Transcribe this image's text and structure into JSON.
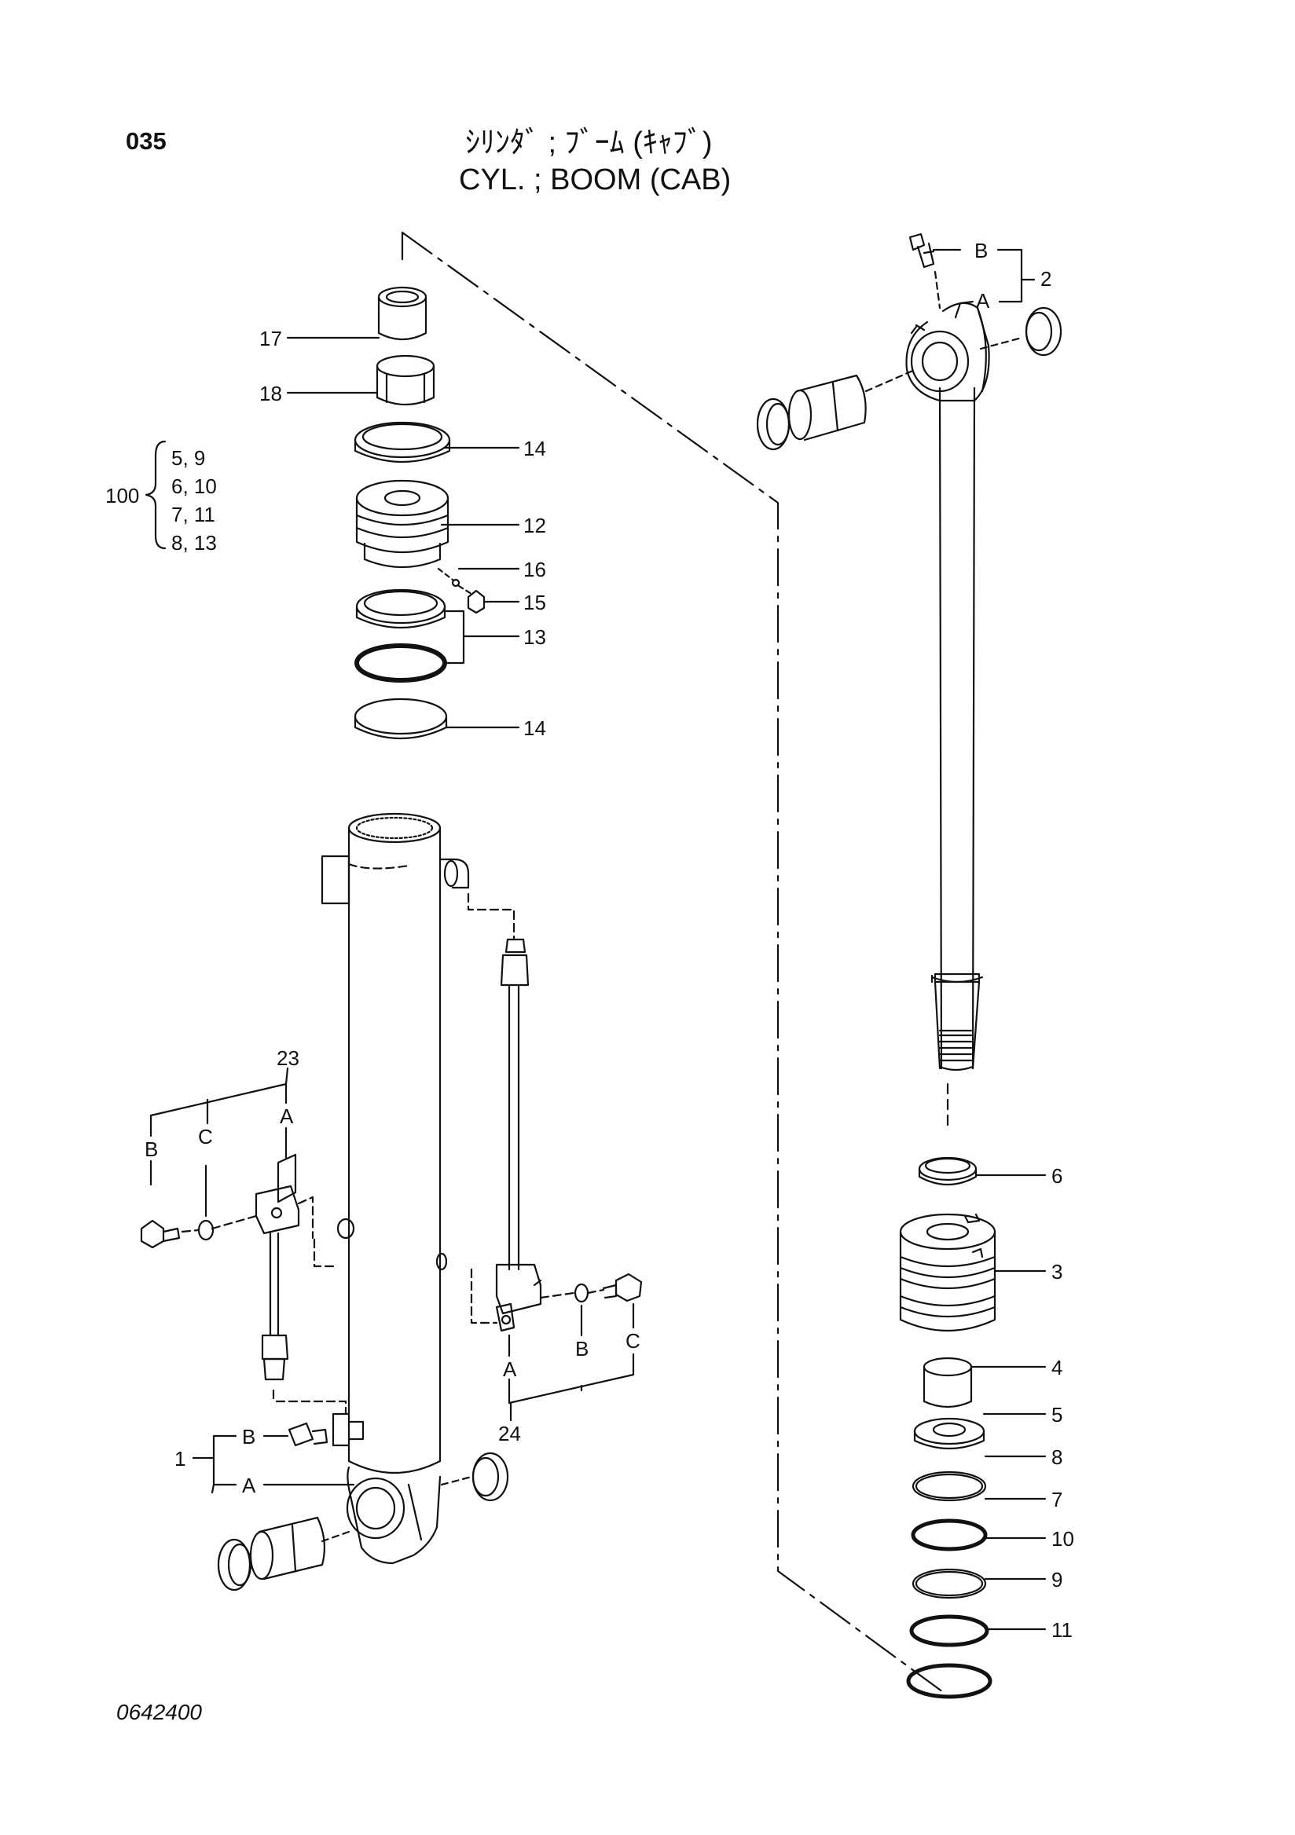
{
  "page": {
    "number": "035",
    "title_jp": "ｼﾘﾝﾀﾞ ; ﾌﾞｰﾑ (ｷｬﾌﾞ)",
    "title_en": "CYL. ; BOOM (CAB)",
    "figure_number": "0642400"
  },
  "callouts": {
    "c17": "17",
    "c18": "18",
    "c14a": "14",
    "c12": "12",
    "c16": "16",
    "c15": "15",
    "c13": "13",
    "c14b": "14",
    "c2": "2",
    "c23": "23",
    "c24": "24",
    "c1": "1",
    "c6": "6",
    "c3": "3",
    "c4": "4",
    "c5": "5",
    "c8": "8",
    "c7": "7",
    "c10": "10",
    "c9": "9",
    "c11": "11"
  },
  "kit": {
    "number": "100",
    "items": [
      "5, 9",
      "6, 10",
      "7, 11",
      "8, 13"
    ]
  },
  "sub_labels": {
    "rod_B": "B",
    "rod_A": "A",
    "g23_B": "B",
    "g23_C": "C",
    "g23_A": "A",
    "g24_A": "A",
    "g24_B": "B",
    "g24_C": "C",
    "tube_B": "B",
    "tube_A": "A"
  }
}
